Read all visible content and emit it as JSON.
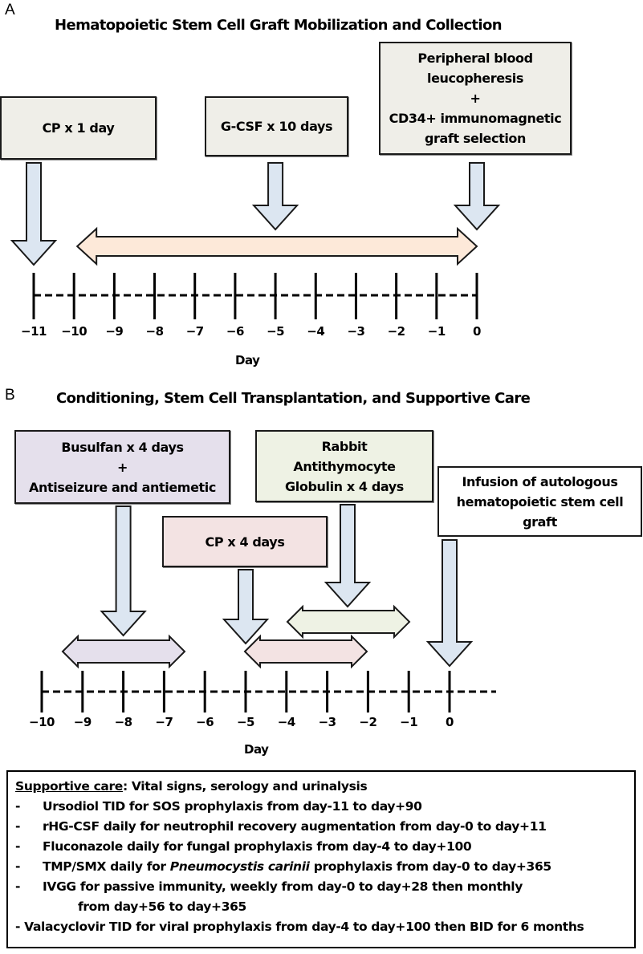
{
  "panel_a": {
    "letter": "A",
    "title": "Hematopoietic Stem Cell Graft Mobilization and Collection",
    "boxes": [
      {
        "id": "cp",
        "lines": [
          "CP x 1 day"
        ],
        "fill": "#efeee8",
        "arrow_day": -11
      },
      {
        "id": "gcsf",
        "lines": [
          "G-CSF x 10 days"
        ],
        "fill": "#efeee8",
        "arrow_day": -5
      },
      {
        "id": "leuco",
        "lines": [
          "Peripheral blood",
          "leucopheresis",
          "+",
          "CD34+ immunomagnetic",
          "graft selection"
        ],
        "fill": "#efeee8",
        "arrow_day": 0
      }
    ],
    "ranges": [
      {
        "id": "gcsf-range",
        "from_day": -10,
        "to_day": 0,
        "fill": "#fde9d9"
      }
    ],
    "axis": {
      "ticks": [
        -11,
        -10,
        -9,
        -8,
        -7,
        -6,
        -5,
        -4,
        -3,
        -2,
        -1,
        0
      ],
      "tick_labels": [
        "−11",
        "−10",
        "−9",
        "−8",
        "−7",
        "−6",
        "−5",
        "−4",
        "−3",
        "−2",
        "−1",
        "0"
      ],
      "label": "Day"
    }
  },
  "panel_b": {
    "letter": "B",
    "title": "Conditioning,  Stem Cell Transplantation, and Supportive Care",
    "boxes": [
      {
        "id": "busulfan",
        "lines": [
          "Busulfan x 4 days",
          "+",
          "Antiseizure and antiemetic"
        ],
        "fill": "#e5e0ec",
        "arrow_day": -8
      },
      {
        "id": "atg",
        "lines": [
          "Rabbit",
          "Antithymocyte",
          "Globulin x 4 days"
        ],
        "fill": "#eef2e4",
        "arrow_day": -2.5
      },
      {
        "id": "cp4",
        "lines": [
          "CP x 4 days"
        ],
        "fill": "#f3e3e3",
        "arrow_day": -5
      },
      {
        "id": "infusion",
        "lines": [
          "Infusion of autologous",
          "hematopoietic stem cell",
          "graft"
        ],
        "fill": "#ffffff",
        "arrow_day": 0
      }
    ],
    "ranges": [
      {
        "id": "busulfan-range",
        "from_day": -9,
        "to_day": -7,
        "fill": "#e5e0ec"
      },
      {
        "id": "atg-range",
        "from_day": -4,
        "to_day": -1,
        "fill": "#eef2e4"
      },
      {
        "id": "cp-range",
        "from_day": -5,
        "to_day": -2,
        "fill": "#f3e3e3"
      }
    ],
    "axis": {
      "ticks": [
        -10,
        -9,
        -8,
        -7,
        -6,
        -5,
        -4,
        -3,
        -2,
        -1,
        0
      ],
      "tick_labels": [
        "−10",
        "−9",
        "−8",
        "−7",
        "−6",
        "−5",
        "−4",
        "−3",
        "−2",
        "−1",
        "0"
      ],
      "label": "Day"
    }
  },
  "supportive_care": {
    "heading": "Supportive care",
    "heading_rest": ": Vital signs, serology and urinalysis",
    "items": [
      {
        "bullet": "-",
        "text": "Ursodiol TID for SOS prophylaxis from day-11 to day+90"
      },
      {
        "bullet": "-",
        "text": "rHG-CSF daily for neutrophil recovery augmentation from day-0 to day+11"
      },
      {
        "bullet": "-",
        "text": "Fluconazole daily for fungal prophylaxis from day-4 to day+100"
      },
      {
        "bullet": "-",
        "text_before": "TMP/SMX daily for ",
        "text_italic": "Pneumocystis carinii",
        "text_after": " prophylaxis from day-0 to day+365"
      },
      {
        "bullet": "-",
        "text": "IVGG for passive immunity, weekly from day-0 to day+28 then monthly",
        "continuation": "from day+56 to day+365"
      },
      {
        "bullet": "- ",
        "text": "Valacyclovir TID for viral prophylaxis from day-4 to day+100 then BID for 6 months"
      }
    ]
  },
  "colors": {
    "down_arrow_fill": "#dce6f1",
    "stroke": "#1a1a1a"
  }
}
